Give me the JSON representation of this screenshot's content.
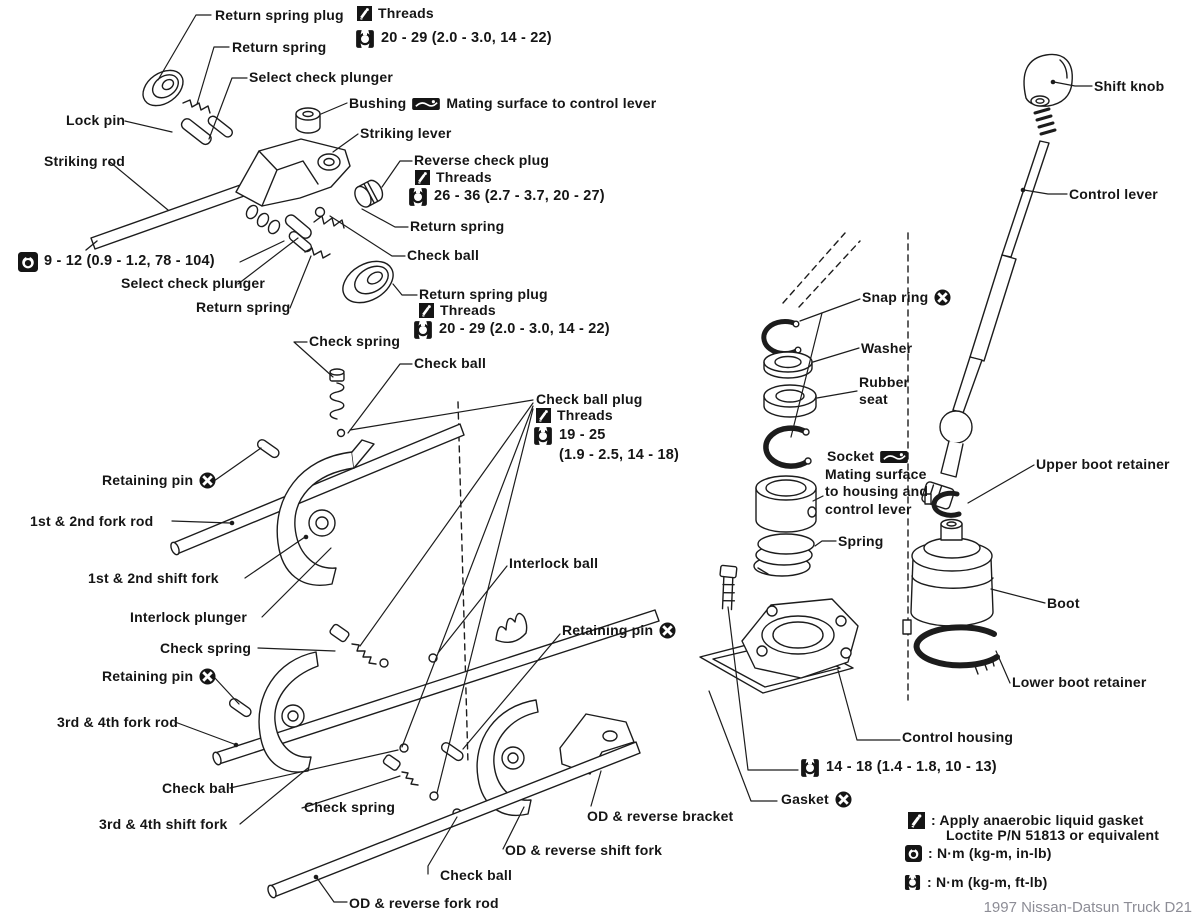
{
  "caption": "1997 Nissan-Datsun Truck D21",
  "colors": {
    "ink": "#151515",
    "caption_gray": "#8d8d96",
    "background": "#ffffff"
  },
  "icons": {
    "liquid_gasket": "black square with white sealant tube",
    "torque_ftlb": "open torque-wrench symbol",
    "torque_inlb": "filled torque-wrench symbol",
    "replace": "x-in-black-circle (always replace part)",
    "mating_surface": "grease smear bar"
  },
  "parts": {
    "return_spring_plug": "Return spring plug",
    "return_spring": "Return spring",
    "select_check_plunger": "Select check plunger",
    "lock_pin": "Lock pin",
    "bushing": "Bushing",
    "mating_surface_control_lever": "Mating surface to control lever",
    "striking_lever": "Striking lever",
    "striking_rod": "Striking rod",
    "reverse_check_plug": "Reverse check plug",
    "check_ball": "Check ball",
    "check_spring": "Check spring",
    "check_ball_plug": "Check ball plug",
    "threads": "Threads",
    "retaining_pin": "Retaining pin",
    "fork_rod_1_2": "1st & 2nd fork rod",
    "shift_fork_1_2": "1st & 2nd shift fork",
    "interlock_plunger": "Interlock plunger",
    "interlock_ball": "Interlock ball",
    "fork_rod_3_4": "3rd & 4th fork rod",
    "shift_fork_3_4": "3rd & 4th shift fork",
    "od_reverse_bracket": "OD & reverse bracket",
    "od_reverse_shift_fork": "OD & reverse shift fork",
    "od_reverse_fork_rod": "OD & reverse fork rod",
    "shift_knob": "Shift knob",
    "control_lever": "Control lever",
    "snap_ring": "Snap ring",
    "washer": "Washer",
    "rubber_seat_line1": "Rubber",
    "rubber_seat_line2": "seat",
    "socket": "Socket",
    "socket_note_line1": "Mating surface",
    "socket_note_line2": "to housing and",
    "socket_note_line3": "control lever",
    "spring": "Spring",
    "upper_boot_retainer": "Upper boot retainer",
    "boot": "Boot",
    "lower_boot_retainer": "Lower boot retainer",
    "control_housing": "Control housing",
    "gasket": "Gasket"
  },
  "torques": {
    "t20_29": "20 - 29 (2.0 - 3.0, 14 - 22)",
    "t26_36": "26 - 36 (2.7 - 3.7, 20 - 27)",
    "t9_12": "9 - 12 (0.9 - 1.2, 78 - 104)",
    "t19_25_line1": "19 - 25",
    "t19_25_line2": "(1.9 - 2.5, 14 - 18)",
    "t14_18": "14 - 18 (1.4 - 1.8, 10 - 13)"
  },
  "legend": {
    "gasket_note_line1": ": Apply anaerobic liquid gasket",
    "gasket_note_line2": "Loctite P/N 51813 or equivalent",
    "torque_inlb_note": ": N·m (kg-m, in-lb)",
    "torque_ftlb_note": ": N·m (kg-m, ft-lb)"
  }
}
